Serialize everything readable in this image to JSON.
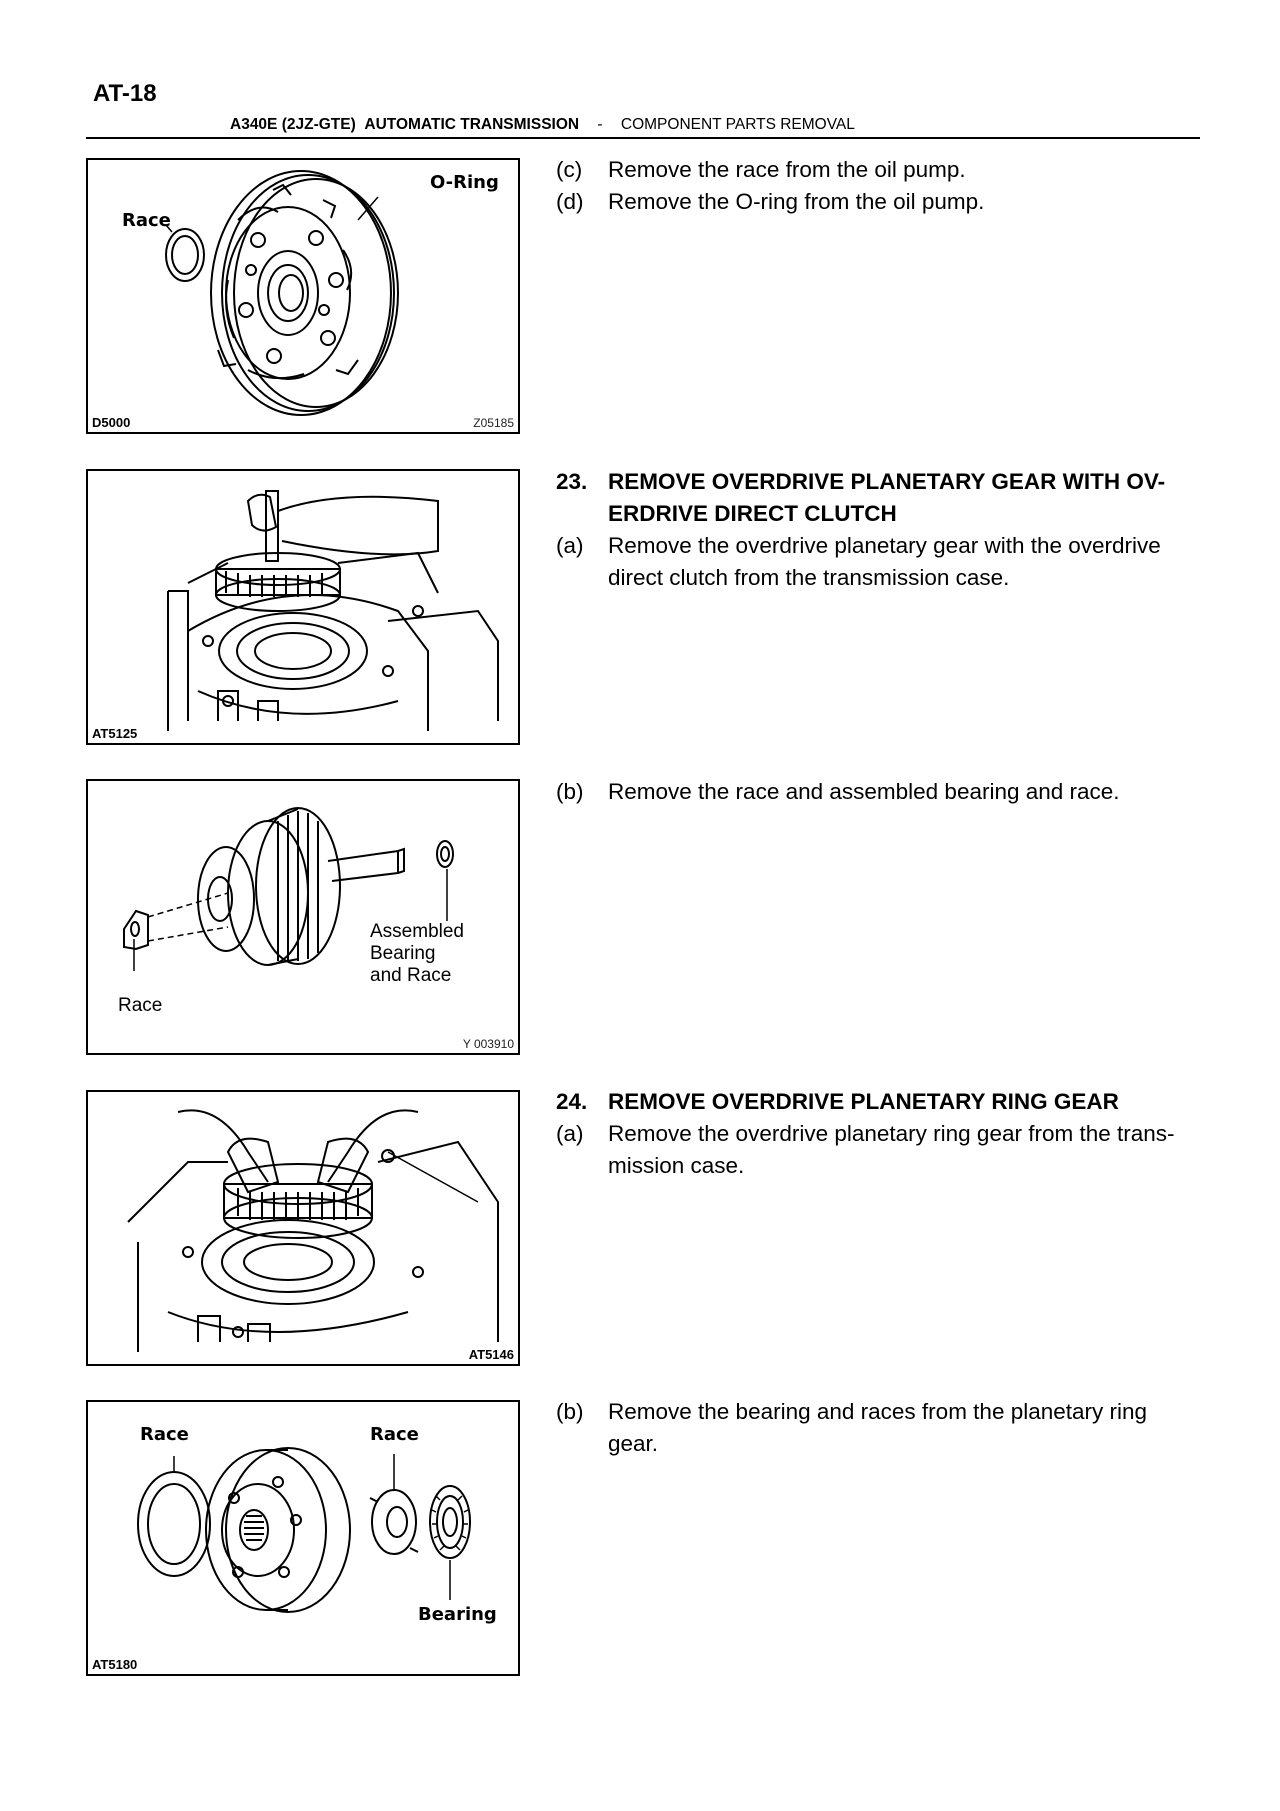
{
  "page": {
    "number": "AT-18",
    "header": {
      "model": "A340E (2JZ-GTE)",
      "system": "AUTOMATIC TRANSMISSION",
      "separator": "-",
      "section": "COMPONENT PARTS REMOVAL"
    }
  },
  "figures": [
    {
      "code_left": "D5000",
      "code_right": "Z05185",
      "labels": {
        "race": "Race",
        "o_ring": "O-Ring"
      }
    },
    {
      "code_left": "AT5125"
    },
    {
      "code_right": "Y 003910",
      "labels": {
        "assembled": "Assembled",
        "bearing": "Bearing",
        "and_race": "and Race",
        "race": "Race"
      }
    },
    {
      "code_right": "AT5146"
    },
    {
      "code_left": "AT5180",
      "labels": {
        "race_left": "Race",
        "race_right": "Race",
        "bearing": "Bearing"
      }
    }
  ],
  "steps": {
    "c": {
      "key": "(c)",
      "text": "Remove the race from the oil pump."
    },
    "d": {
      "key": "(d)",
      "text": "Remove the O-ring from the oil pump."
    },
    "s23": {
      "num": "23.",
      "title_line1": "REMOVE OVERDRIVE PLANETARY GEAR WITH OV-",
      "title_line2": "ERDRIVE DIRECT CLUTCH",
      "a_key": "(a)",
      "a_line1": "Remove the overdrive planetary gear with the overdrive",
      "a_line2": "direct clutch from the transmission case.",
      "b_key": "(b)",
      "b_text": "Remove the race and assembled bearing and race."
    },
    "s24": {
      "num": "24.",
      "title": "REMOVE OVERDRIVE PLANETARY RING GEAR",
      "a_key": "(a)",
      "a_line1": "Remove the overdrive planetary ring gear from the trans-",
      "a_line2": "mission case.",
      "b_key": "(b)",
      "b_line1": "Remove the bearing and races from the planetary ring",
      "b_line2": "gear."
    }
  }
}
